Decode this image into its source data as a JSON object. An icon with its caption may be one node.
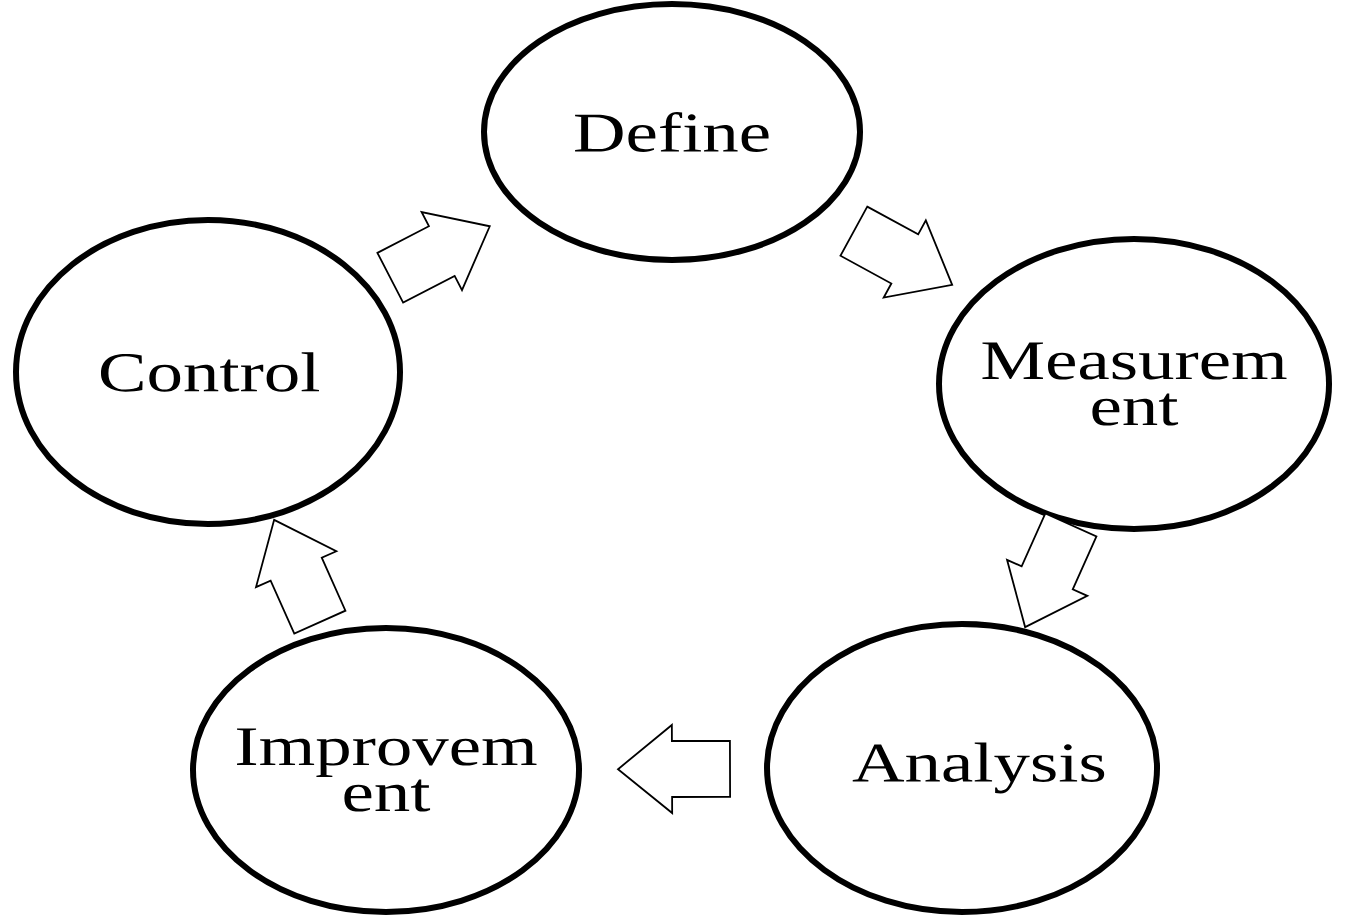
{
  "diagram": {
    "nodes": [
      {
        "text": [
          "Define"
        ]
      },
      {
        "text": [
          "Measurem ent"
        ]
      },
      {
        "text": [
          "Analysis"
        ]
      },
      {
        "text": [
          "Improvem ent"
        ]
      },
      {
        "text": [
          "Control"
        ]
      }
    ],
    "edges": [
      {
        "from": 0,
        "to": 1,
        "arrow": "to"
      },
      {
        "from": 1,
        "to": 2,
        "arrow": "to"
      },
      {
        "from": 2,
        "to": 3,
        "arrow": "to"
      },
      {
        "from": 3,
        "to": 4,
        "arrow": "to"
      },
      {
        "from": 4,
        "to": 0,
        "arrow": "to"
      }
    ]
  }
}
